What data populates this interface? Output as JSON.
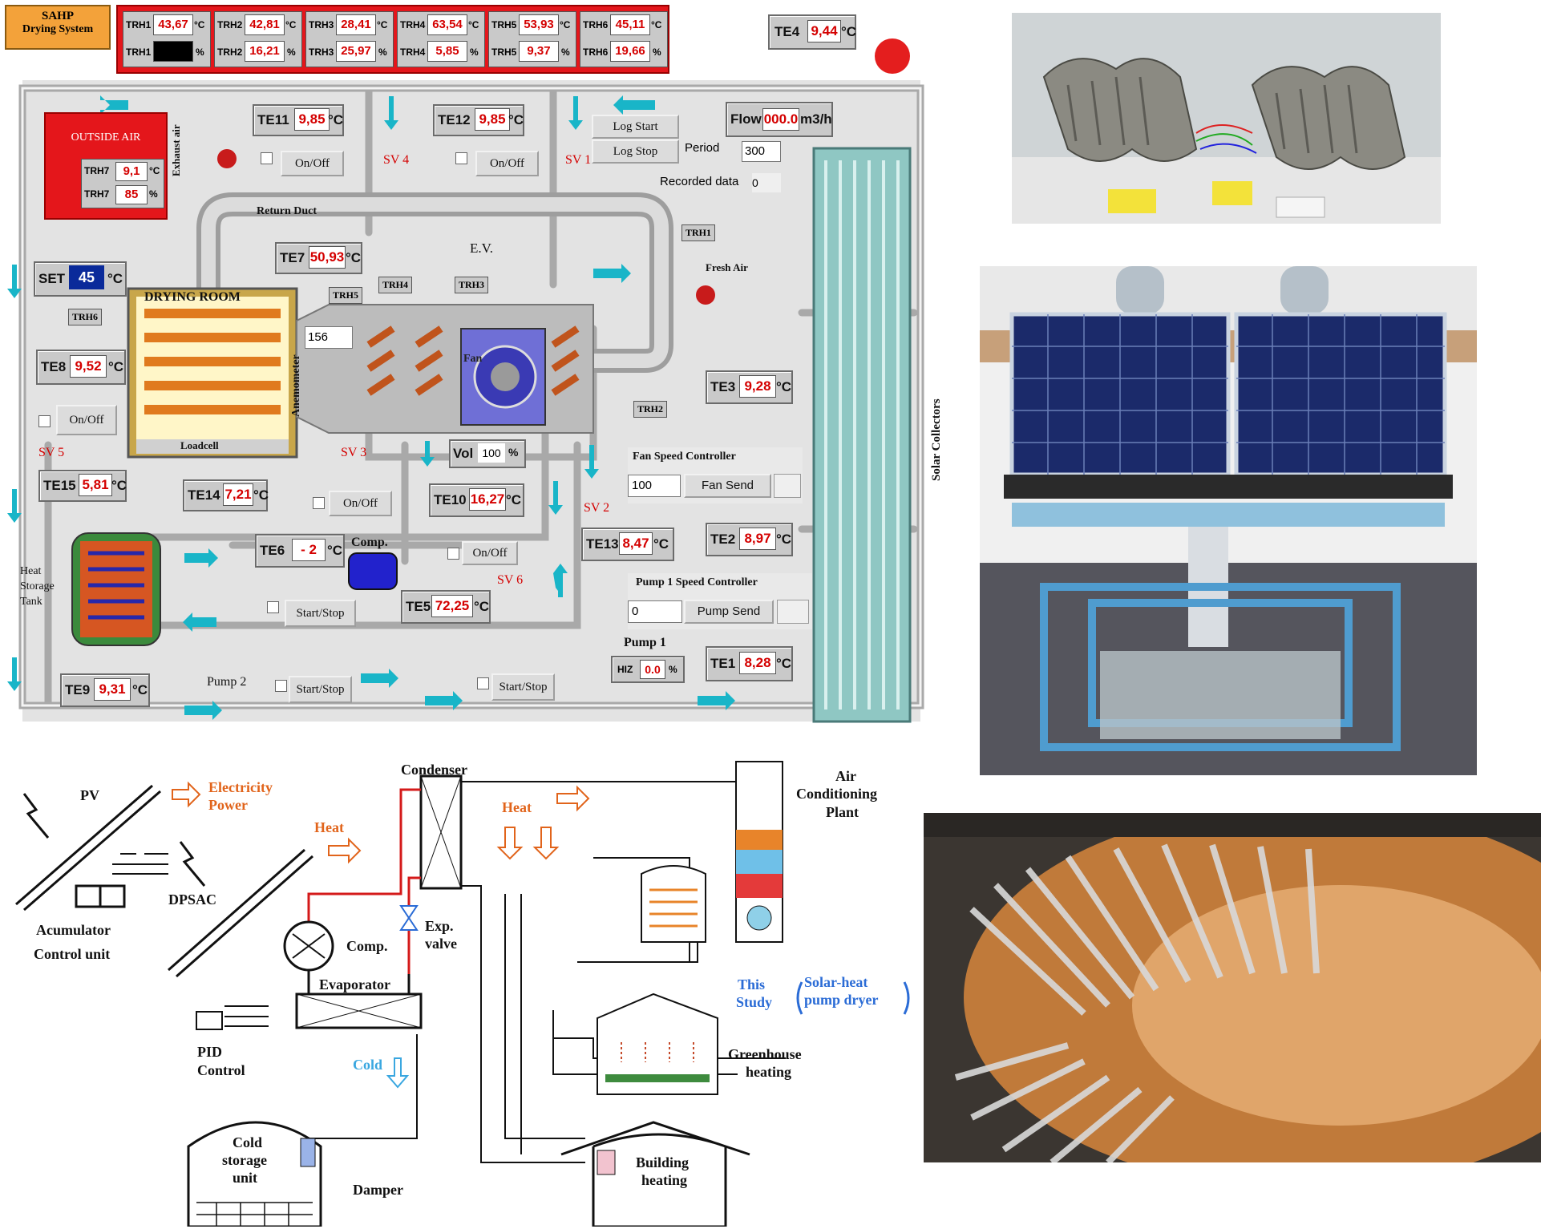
{
  "hmi": {
    "title_line1": "SAHP",
    "title_line2": "Drying System",
    "trh_top": [
      {
        "l1": "TRH1",
        "v1": "43,67",
        "u1": "°C",
        "l2": "TRH1",
        "v2": "",
        "u2": "%"
      },
      {
        "l1": "TRH2",
        "v1": "42,81",
        "u1": "°C",
        "l2": "TRH2",
        "v2": "16,21",
        "u2": "%"
      },
      {
        "l1": "TRH3",
        "v1": "28,41",
        "u1": "°C",
        "l2": "TRH3",
        "v2": "25,97",
        "u2": "%"
      },
      {
        "l1": "TRH4",
        "v1": "63,54",
        "u1": "°C",
        "l2": "TRH4",
        "v2": "5,85",
        "u2": "%"
      },
      {
        "l1": "TRH5",
        "v1": "53,93",
        "u1": "°C",
        "l2": "TRH5",
        "v2": "9,37",
        "u2": "%"
      },
      {
        "l1": "TRH6",
        "v1": "45,11",
        "u1": "°C",
        "l2": "TRH6",
        "v2": "19,66",
        "u2": "%"
      }
    ],
    "te4": {
      "label": "TE4",
      "value": "9,44",
      "unit": "°C"
    },
    "outside_air": {
      "title": "OUTSIDE AIR",
      "l1": "TRH7",
      "v1": "9,1",
      "u1": "°C",
      "l2": "TRH7",
      "v2": "85",
      "u2": "%"
    },
    "exhaust_air": "Exhaust air",
    "te11": {
      "label": "TE11",
      "value": "9,85",
      "unit": "°C"
    },
    "te12": {
      "label": "TE12",
      "value": "9,85",
      "unit": "°C"
    },
    "onoff": "On/Off",
    "sv4": "SV 4",
    "sv1": "SV 1",
    "sv2": "SV 2",
    "sv3": "SV 3",
    "sv5": "SV 5",
    "sv6": "SV 6",
    "log_start": "Log Start",
    "log_stop": "Log Stop",
    "period_label": "Period",
    "period_value": "300",
    "recorded_data": "Recorded data",
    "recorded_value": "0",
    "flow": {
      "label": "Flow",
      "value": "000.0",
      "unit": "m3/h"
    },
    "return_duct": "Return Duct",
    "fresh_air": "Fresh Air",
    "ev": "E.V.",
    "trh1_tag": "TRH1",
    "trh2_tag": "TRH2",
    "trh3_tag": "TRH3",
    "trh4_tag": "TRH4",
    "trh5_tag": "TRH5",
    "trh6_tag": "TRH6",
    "set": {
      "label": "SET",
      "value": "45",
      "unit": "°C"
    },
    "te7": {
      "label": "TE7",
      "value": "50,93",
      "unit": "°C"
    },
    "drying_room": "DRYING ROOM",
    "loadcell": "Loadcell",
    "anemometer": "Anemometer",
    "anemo_value": "156",
    "fan": "Fan",
    "te8": {
      "label": "TE8",
      "value": "9,52",
      "unit": "°C"
    },
    "te3": {
      "label": "TE3",
      "value": "9,28",
      "unit": "°C"
    },
    "vol": {
      "label": "Vol",
      "value": "100",
      "unit": "%"
    },
    "fan_speed_title": "Fan Speed Controller",
    "fan_speed_value": "100",
    "fan_send": "Fan Send",
    "te15": {
      "label": "TE15",
      "value": "5,81",
      "unit": "°C"
    },
    "te14": {
      "label": "TE14",
      "value": "7,21",
      "unit": "°C"
    },
    "te10": {
      "label": "TE10",
      "value": "16,27",
      "unit": "°C"
    },
    "te13": {
      "label": "TE13",
      "value": "8,47",
      "unit": "°C"
    },
    "te2": {
      "label": "TE2",
      "value": "8,97",
      "unit": "°C"
    },
    "te6": {
      "label": "TE6",
      "value": "- 2",
      "unit": "°C"
    },
    "comp": "Comp.",
    "heat_storage": [
      "Heat",
      "Storage",
      "Tank"
    ],
    "start_stop": "Start/Stop",
    "te5": {
      "label": "TE5",
      "value": "72,25",
      "unit": "°C"
    },
    "pump1_title": "Pump 1 Speed Controller",
    "pump1_value": "0",
    "pump_send": "Pump Send",
    "pump1": "Pump 1",
    "hiz": {
      "label": "HIZ",
      "value": "0.0",
      "unit": "%"
    },
    "te1": {
      "label": "TE1",
      "value": "8,28",
      "unit": "°C"
    },
    "te9": {
      "label": "TE9",
      "value": "9,31",
      "unit": "°C"
    },
    "pump2": "Pump 2",
    "solar_collectors": "Solar Collectors"
  },
  "schematic": {
    "pv": "PV",
    "electricity_power": [
      "Electricity",
      "Power"
    ],
    "acumulator": "Acumulator",
    "control_unit": "Control unit",
    "dpsac": "DPSAC",
    "heat_left": "Heat",
    "condenser": "Condenser",
    "heat_mid": "Heat",
    "comp": "Comp.",
    "exp_valve": [
      "Exp.",
      "valve"
    ],
    "evaporator": "Evaporator",
    "pid_control": [
      "PID",
      "Control"
    ],
    "cold": "Cold",
    "cold_storage": [
      "Cold",
      "storage",
      "unit"
    ],
    "damper": "Damper",
    "air_conditioning": [
      "Air",
      "Conditioning",
      "Plant"
    ],
    "this_study": [
      "This",
      "Study"
    ],
    "solar_heat_pump": [
      "Solar-heat",
      "pump dryer"
    ],
    "greenhouse": [
      "Greenhouse",
      "heating"
    ],
    "building": [
      "Building",
      "heating"
    ]
  },
  "colors": {
    "panel_red": "#e4161b",
    "value_red": "#d40000",
    "title_orange": "#f3a23a",
    "hmi_bg": "#e3e3e3",
    "arrow_cyan": "#19b5c8",
    "heat_orange": "#e1641b",
    "cold_cyan": "#3aa7e0",
    "study_blue": "#2b6cd6"
  }
}
